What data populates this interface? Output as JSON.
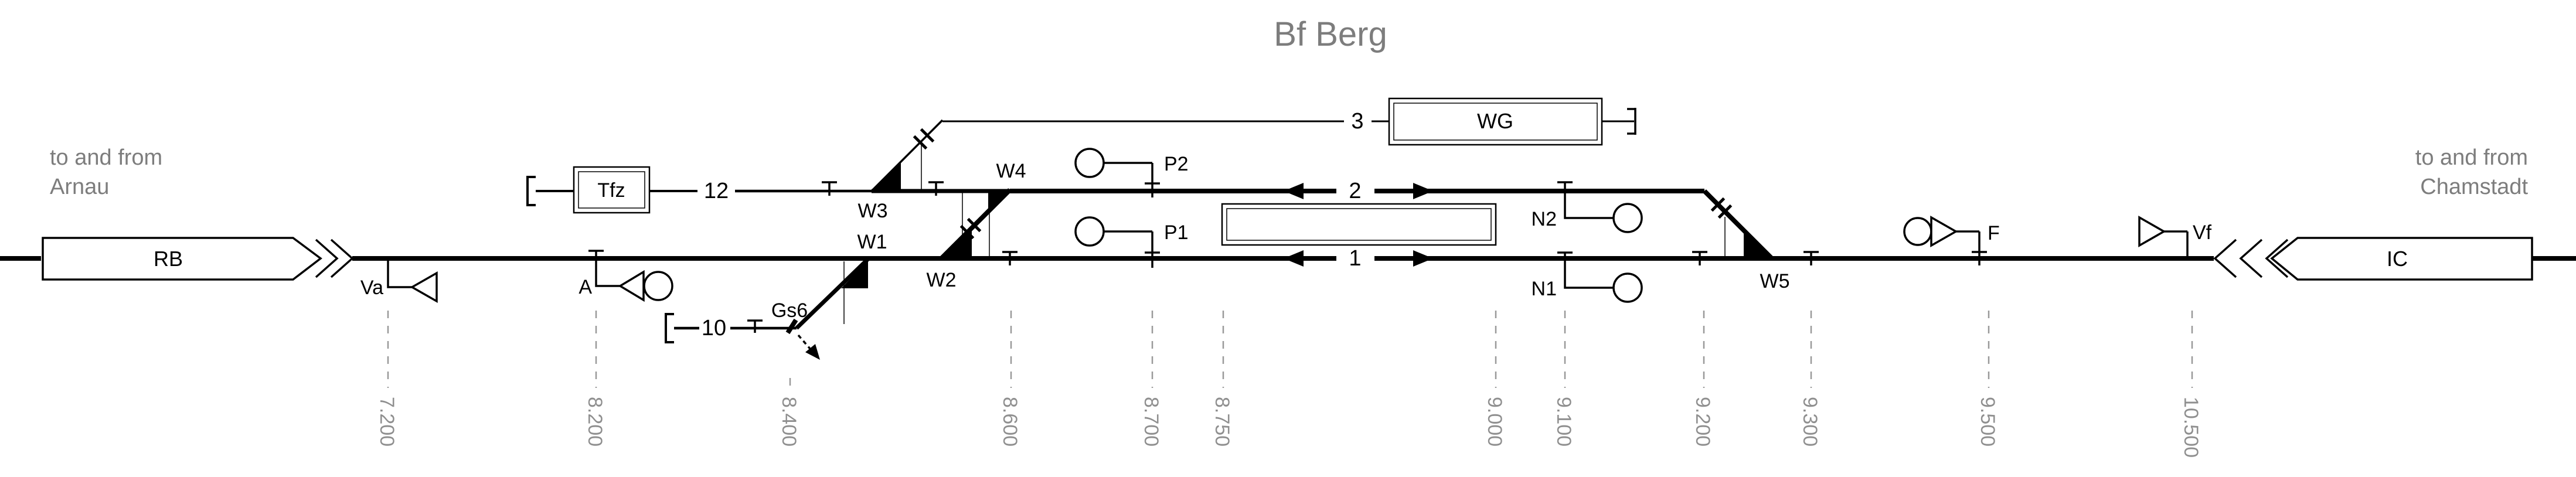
{
  "title": "Bf Berg",
  "approach_left": {
    "line1": "to and from",
    "line2": "Arnau"
  },
  "approach_right": {
    "line1": "to and from",
    "line2": "Chamstadt"
  },
  "trains": {
    "left": {
      "label": "RB"
    },
    "right": {
      "label": "IC"
    }
  },
  "buildings": {
    "tfz": {
      "label": "Tfz"
    },
    "wg": {
      "label": "WG"
    }
  },
  "track_labels": {
    "t1": "1",
    "t2": "2",
    "t3": "3",
    "t10": "10",
    "t12": "12"
  },
  "switch_labels": {
    "w1": "W1",
    "w2": "W2",
    "w3": "W3",
    "w4": "W4",
    "w5": "W5"
  },
  "derailer": {
    "label": "Gs6"
  },
  "signal_labels": {
    "va": "Va",
    "a": "A",
    "p1": "P1",
    "p2": "P2",
    "n1": "N1",
    "n2": "N2",
    "f": "F",
    "vf": "Vf"
  },
  "km_posts": [
    {
      "label": "7.200"
    },
    {
      "label": "8.200"
    },
    {
      "label": "8.400"
    },
    {
      "label": "8.600"
    },
    {
      "label": "8.700"
    },
    {
      "label": "8.750"
    },
    {
      "label": "9.000"
    },
    {
      "label": "9.100"
    },
    {
      "label": "9.200"
    },
    {
      "label": "9.300"
    },
    {
      "label": "9.500"
    },
    {
      "label": "10.500"
    }
  ]
}
